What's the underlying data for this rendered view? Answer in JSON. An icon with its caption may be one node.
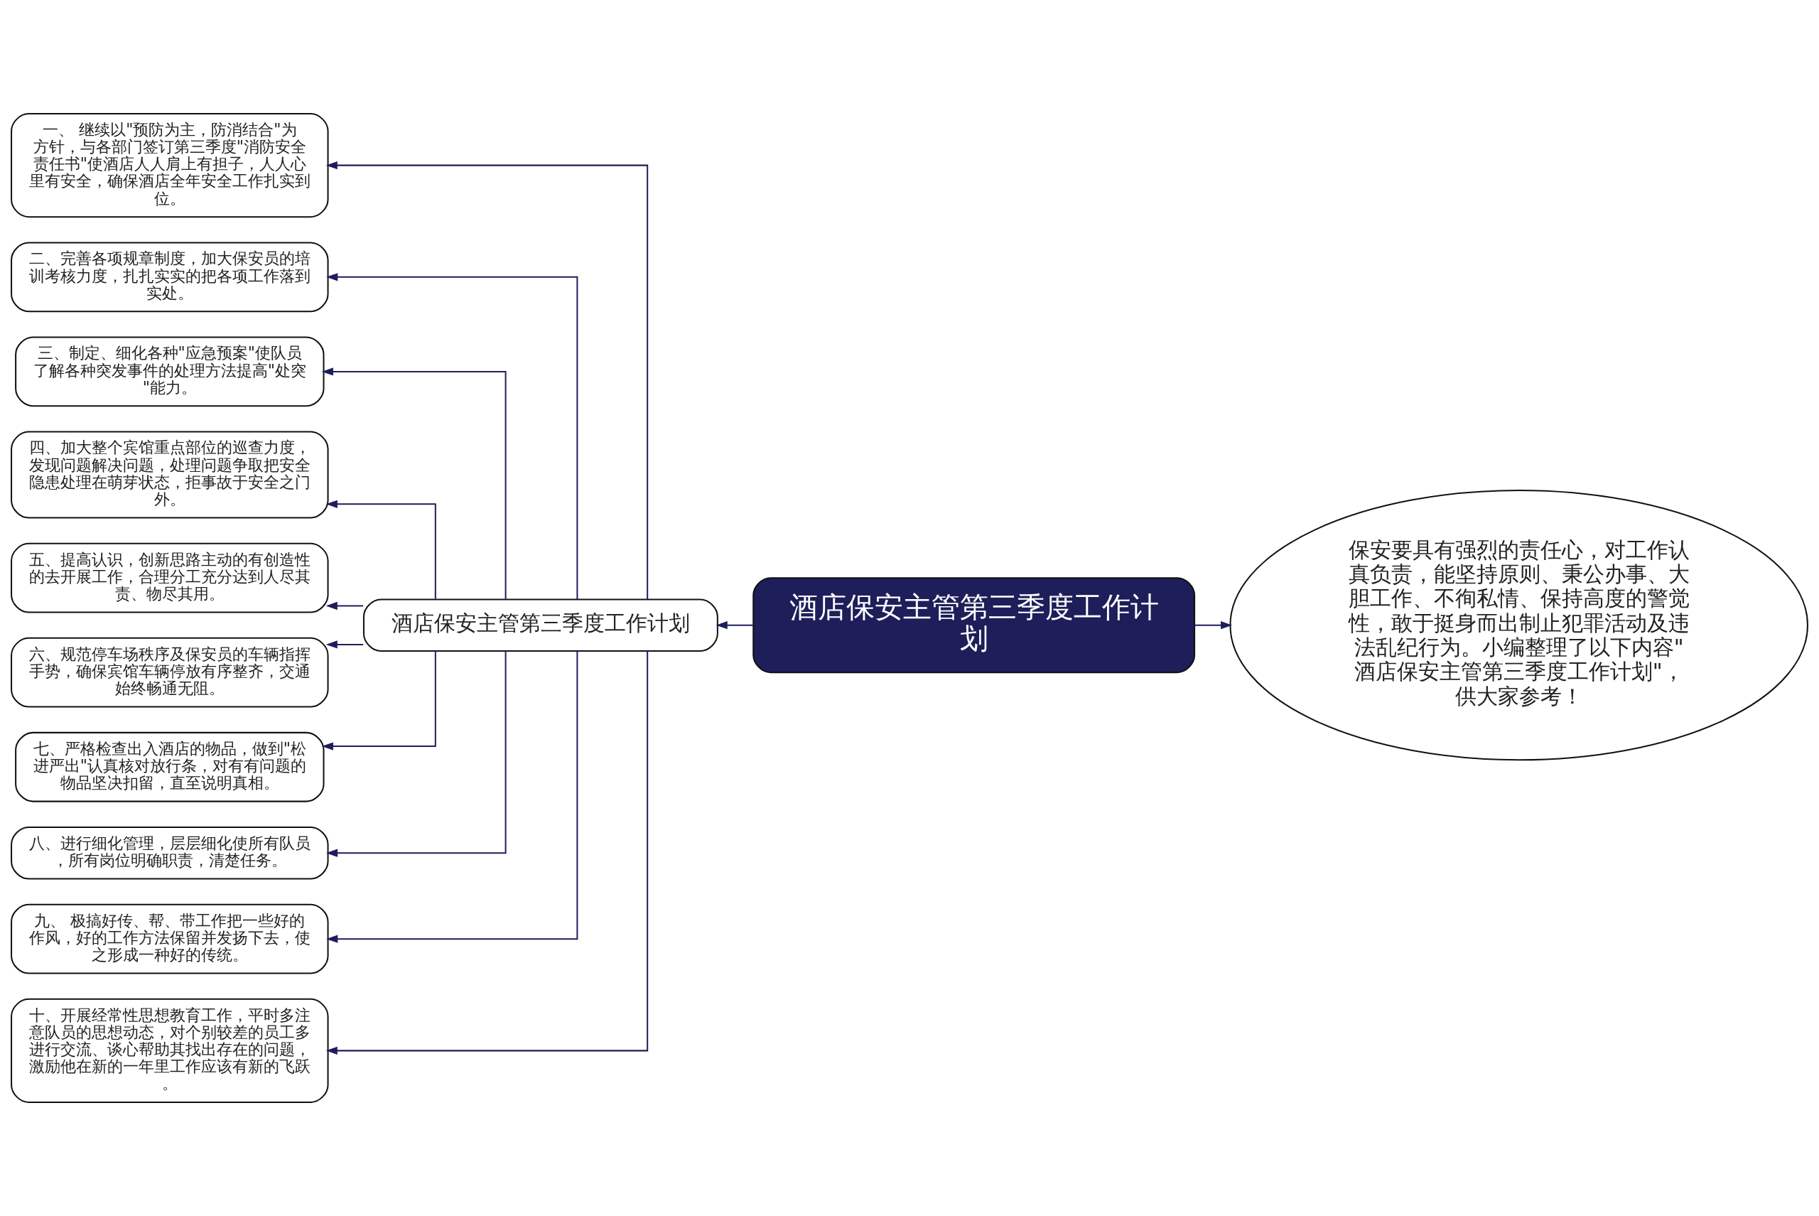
{
  "diagram": {
    "nodes": [
      {
        "text": [
          "酒店保安主管第三季度工作计划"
        ]
      },
      {
        "text": [
          "酒店保安主管第三季度工作计划"
        ]
      },
      {
        "text": [
          "保安要具有强烈的责任心，对工作认真负责，能坚持原则、秉公办事、大胆工作、不徇私情、保持高度的警觉性，敢于挺身而出制止犯罪活动及违法乱纪行为。小编整理了以下内容\"酒店保安主管第三季度工作计划\"，供大家参考！"
        ]
      },
      {
        "text": [
          "一、 继续以\"预防为主，防消结合\"为方针，与各部门签订第三季度\"消防安全责任书\"使酒店人人肩上有担子，人人心里有安全，确保酒店全年安全工作扎实到位。"
        ]
      },
      {
        "text": [
          "二、完善各项规章制度，加大保安员的培训考核力度，扎扎实实的把各项工作落到实处。"
        ]
      },
      {
        "text": [
          "三、制定、细化各种\"应急预案\"使队员了解各种突发事件的处理方法提高\"处突\"能力。"
        ]
      },
      {
        "text": [
          "四、加大整个宾馆重点部位的巡查力度，发现问题解决问题，处理问题争取把安全隐患处理在萌芽状态，拒事故于安全之门外。"
        ]
      },
      {
        "text": [
          "五、提高认识，创新思路主动的有创造性的去开展工作，合理分工充分达到人尽其责、物尽其用。"
        ]
      },
      {
        "text": [
          "六、规范停车场秩序及保安员的车辆指挥手势，确保宾馆车辆停放有序整齐，交通始终畅通无阻。"
        ]
      },
      {
        "text": [
          "七、严格检查出入酒店的物品，做到\"松进严出\"认真核对放行条，对有有问题的物品坚决扣留，直至说明真相。"
        ]
      },
      {
        "text": [
          "八、进行细化管理，层层细化使所有队员，所有岗位明确职责，清楚任务。"
        ]
      },
      {
        "text": [
          "九、 极搞好传、帮、带工作把一些好的作风，好的工作方法保留并发扬下去，使之形成一种好的传统。"
        ]
      },
      {
        "text": [
          "十、开展经常性思想教育工作，平时多注意队员的思想动态，对个别较差的员工多进行交流、谈心帮助其找出存在的问题，激励他在新的一年里工作应该有新的飞跃。"
        ]
      }
    ],
    "edges": [
      {
        "from": 0,
        "to": 1,
        "arrow": "to"
      },
      {
        "from": 0,
        "to": 2,
        "arrow": "to"
      },
      {
        "from": 1,
        "to": 3,
        "arrow": "to"
      },
      {
        "from": 1,
        "to": 4,
        "arrow": "to"
      },
      {
        "from": 1,
        "to": 5,
        "arrow": "to"
      },
      {
        "from": 1,
        "to": 6,
        "arrow": "to"
      },
      {
        "from": 1,
        "to": 7,
        "arrow": "to"
      },
      {
        "from": 1,
        "to": 8,
        "arrow": "to"
      },
      {
        "from": 1,
        "to": 9,
        "arrow": "to"
      },
      {
        "from": 1,
        "to": 10,
        "arrow": "to"
      },
      {
        "from": 1,
        "to": 11,
        "arrow": "to"
      },
      {
        "from": 1,
        "to": 12,
        "arrow": "to"
      }
    ]
  }
}
